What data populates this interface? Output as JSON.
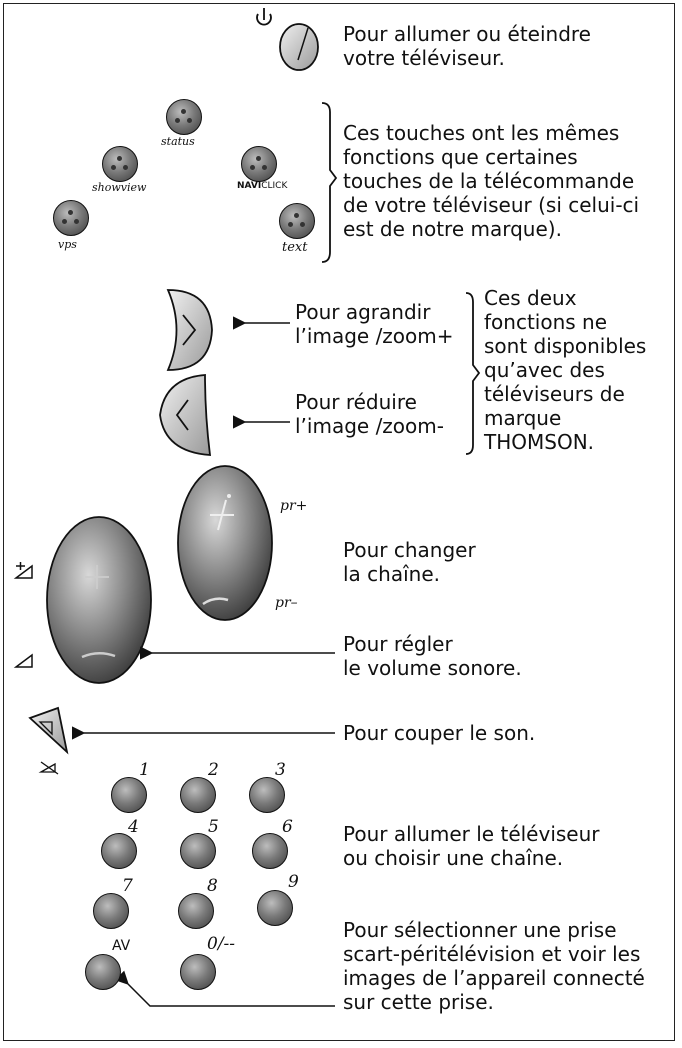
{
  "captions": {
    "power": [
      "Pour allumer ou éteindre",
      "votre téléviseur."
    ],
    "functions": [
      "Ces touches ont les mêmes",
      "fonctions que certaines",
      "touches de la télécommande",
      "de votre téléviseur (si celui-ci",
      "est de notre marque)."
    ],
    "zoom_in": [
      "Pour agrandir",
      "l’image /zoom+"
    ],
    "zoom_out": [
      "Pour réduire",
      "l’image /zoom-"
    ],
    "thomson_note": [
      "Ces deux",
      "fonctions ne",
      "sont disponibles",
      "qu’avec des",
      "téléviseurs de",
      "marque",
      "THOMSON."
    ],
    "channel": [
      "Pour changer",
      "la chaîne."
    ],
    "volume": [
      "Pour régler",
      "le volume sonore."
    ],
    "mute": [
      "Pour couper le son."
    ],
    "numbers": [
      "Pour allumer le téléviseur",
      "ou choisir une chaîne."
    ],
    "av": [
      "Pour sélectionner une prise",
      "scart-péritélévision et voir les",
      "images de l’appareil connecté",
      "sur cette prise."
    ]
  },
  "button_labels": {
    "status": "status",
    "showview": "showview",
    "naviclick_bold": "NAVI",
    "naviclick_rest": "CLICK",
    "vps": "vps",
    "text": "text",
    "pr_plus": "pr+",
    "pr_minus": "pr–",
    "av": "AV",
    "digits": [
      "1",
      "2",
      "3",
      "4",
      "5",
      "6",
      "7",
      "8",
      "9",
      "0/--"
    ]
  },
  "icons": [
    "power-icon",
    "status-button",
    "showview-button",
    "naviclick-button",
    "vps-button",
    "text-button",
    "zoom-in-button",
    "zoom-out-button",
    "program-rocker",
    "volume-rocker",
    "mute-button",
    "digit-buttons",
    "av-button"
  ]
}
